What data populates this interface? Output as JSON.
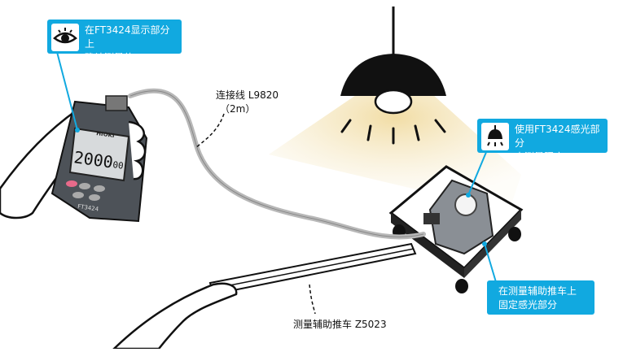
{
  "callouts": {
    "display": {
      "line1": "在FT3424显示部分上",
      "line2": "确认测量值",
      "icon": "eye-icon"
    },
    "sensor": {
      "line1": "使用FT3424感光部分",
      "line2": "来测量照度",
      "icon": "lamp-icon"
    },
    "cart": {
      "line1": "在测量辅助推车上",
      "line2": "固定感光部分"
    }
  },
  "labels": {
    "cable_name": "连接线  L9820",
    "cable_len": "（2m）",
    "cart_name": "测量辅助推车  Z5023"
  },
  "device": {
    "brand": "HIOKI",
    "reading": "2000",
    "reading_small": "00",
    "model": "FT3424"
  },
  "colors": {
    "accent": "#11a9e0",
    "light_beam": "#f3e3b4"
  }
}
